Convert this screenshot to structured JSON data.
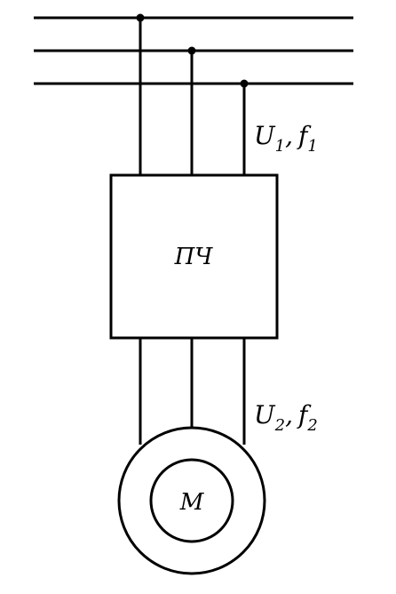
{
  "converter": {
    "label": "ПЧ"
  },
  "motor": {
    "label": "M"
  },
  "input": {
    "u_symbol": "U",
    "u_index": "1",
    "separator": ",",
    "f_symbol": "f",
    "f_index": "1"
  },
  "output": {
    "u_symbol": "U",
    "u_index": "2",
    "separator": ",",
    "f_symbol": "f",
    "f_index": "2"
  },
  "colors": {
    "line": "#000000",
    "background": "#ffffff"
  }
}
